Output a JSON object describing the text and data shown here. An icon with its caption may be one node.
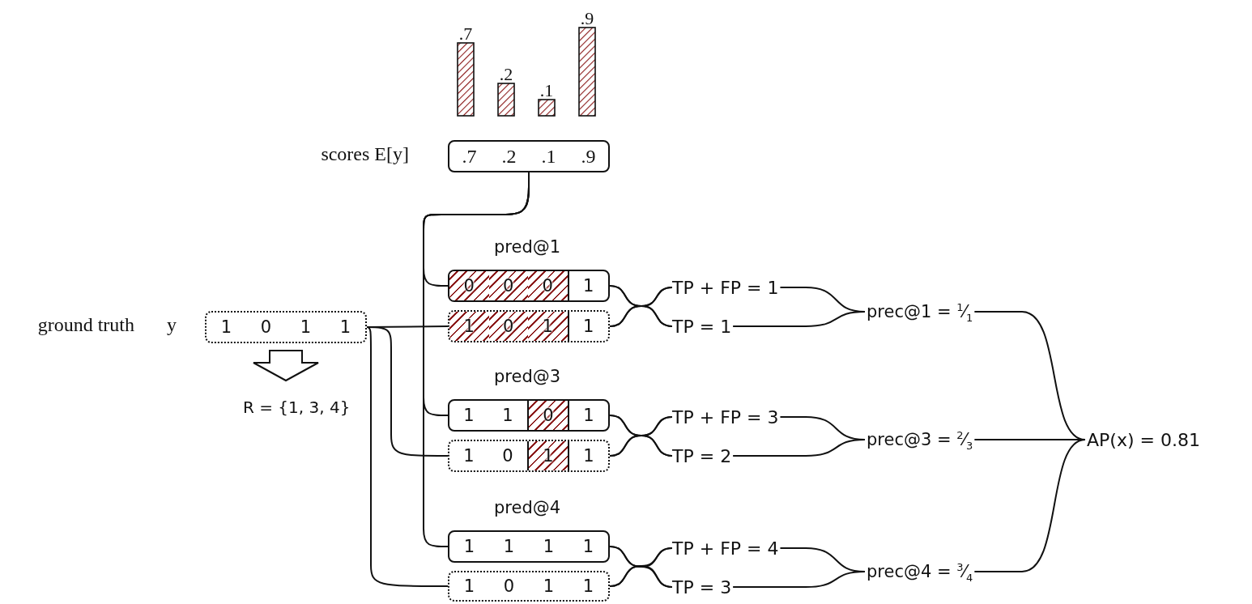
{
  "diagram": {
    "nodes": [
      {
        "text": [
          ".7",
          ".2",
          ".1",
          ".9"
        ],
        "beside": [
          "scores E[y]"
        ]
      },
      {
        "text": [
          "1",
          "0",
          "1",
          "1"
        ],
        "beside": [
          "ground truth",
          "y"
        ]
      },
      {
        "text": [
          "0",
          "0",
          "0",
          "1"
        ],
        "beside": [
          "pred@1"
        ]
      },
      {
        "text": [
          "1",
          "0",
          "1",
          "1"
        ]
      },
      {
        "text": [
          "1",
          "1",
          "0",
          "1"
        ],
        "beside": [
          "pred@3"
        ]
      },
      {
        "text": [
          "1",
          "0",
          "1",
          "1"
        ]
      },
      {
        "text": [
          "1",
          "1",
          "1",
          "1"
        ],
        "beside": [
          "pred@4"
        ]
      },
      {
        "text": [
          "1",
          "0",
          "1",
          "1"
        ]
      },
      {
        "text": [
          "TP + FP = 1"
        ]
      },
      {
        "text": [
          "TP = 1"
        ]
      },
      {
        "text": [
          "TP + FP = 3"
        ]
      },
      {
        "text": [
          "TP = 2"
        ]
      },
      {
        "text": [
          "TP + FP = 4"
        ]
      },
      {
        "text": [
          "TP = 3"
        ]
      },
      {
        "text": [
          "prec@1 = $^{1}$⁄$_{1}$"
        ]
      },
      {
        "text": [
          "prec@3 = $^{2}$⁄$_{3}$"
        ]
      },
      {
        "text": [
          "prec@4 = $^{3}$⁄$_{4}$"
        ]
      },
      {
        "text": [
          "AP(x) = 0.81"
        ]
      },
      {
        "text": [
          "R = {1, 3, 4}"
        ]
      }
    ],
    "edges": [
      {
        "from": 0,
        "to": 2,
        "arrow": "none"
      },
      {
        "from": 0,
        "to": 4,
        "arrow": "none"
      },
      {
        "from": 0,
        "to": 6,
        "arrow": "none"
      },
      {
        "from": 1,
        "to": 3,
        "arrow": "none"
      },
      {
        "from": 1,
        "to": 5,
        "arrow": "none"
      },
      {
        "from": 1,
        "to": 7,
        "arrow": "none"
      },
      {
        "from": 1,
        "to": 18,
        "arrow": "to",
        "style": "thick"
      },
      {
        "from": 2,
        "to": 8,
        "arrow": "none"
      },
      {
        "from": 2,
        "to": 9,
        "arrow": "none"
      },
      {
        "from": 3,
        "to": 8,
        "arrow": "none"
      },
      {
        "from": 3,
        "to": 9,
        "arrow": "none"
      },
      {
        "from": 4,
        "to": 10,
        "arrow": "none"
      },
      {
        "from": 4,
        "to": 11,
        "arrow": "none"
      },
      {
        "from": 5,
        "to": 10,
        "arrow": "none"
      },
      {
        "from": 5,
        "to": 11,
        "arrow": "none"
      },
      {
        "from": 6,
        "to": 12,
        "arrow": "none"
      },
      {
        "from": 6,
        "to": 13,
        "arrow": "none"
      },
      {
        "from": 7,
        "to": 12,
        "arrow": "none"
      },
      {
        "from": 7,
        "to": 13,
        "arrow": "none"
      },
      {
        "from": 8,
        "to": 14,
        "arrow": "none"
      },
      {
        "from": 9,
        "to": 14,
        "arrow": "none"
      },
      {
        "from": 10,
        "to": 15,
        "arrow": "none"
      },
      {
        "from": 11,
        "to": 15,
        "arrow": "none"
      },
      {
        "from": 12,
        "to": 16,
        "arrow": "none"
      },
      {
        "from": 13,
        "to": 16,
        "arrow": "none"
      },
      {
        "from": 14,
        "to": 17,
        "arrow": "none"
      },
      {
        "from": 15,
        "to": 17,
        "arrow": "none"
      },
      {
        "from": 16,
        "to": 17,
        "arrow": "none"
      }
    ],
    "labels": [
      ".7",
      ".2",
      ".1",
      ".9"
    ]
  }
}
